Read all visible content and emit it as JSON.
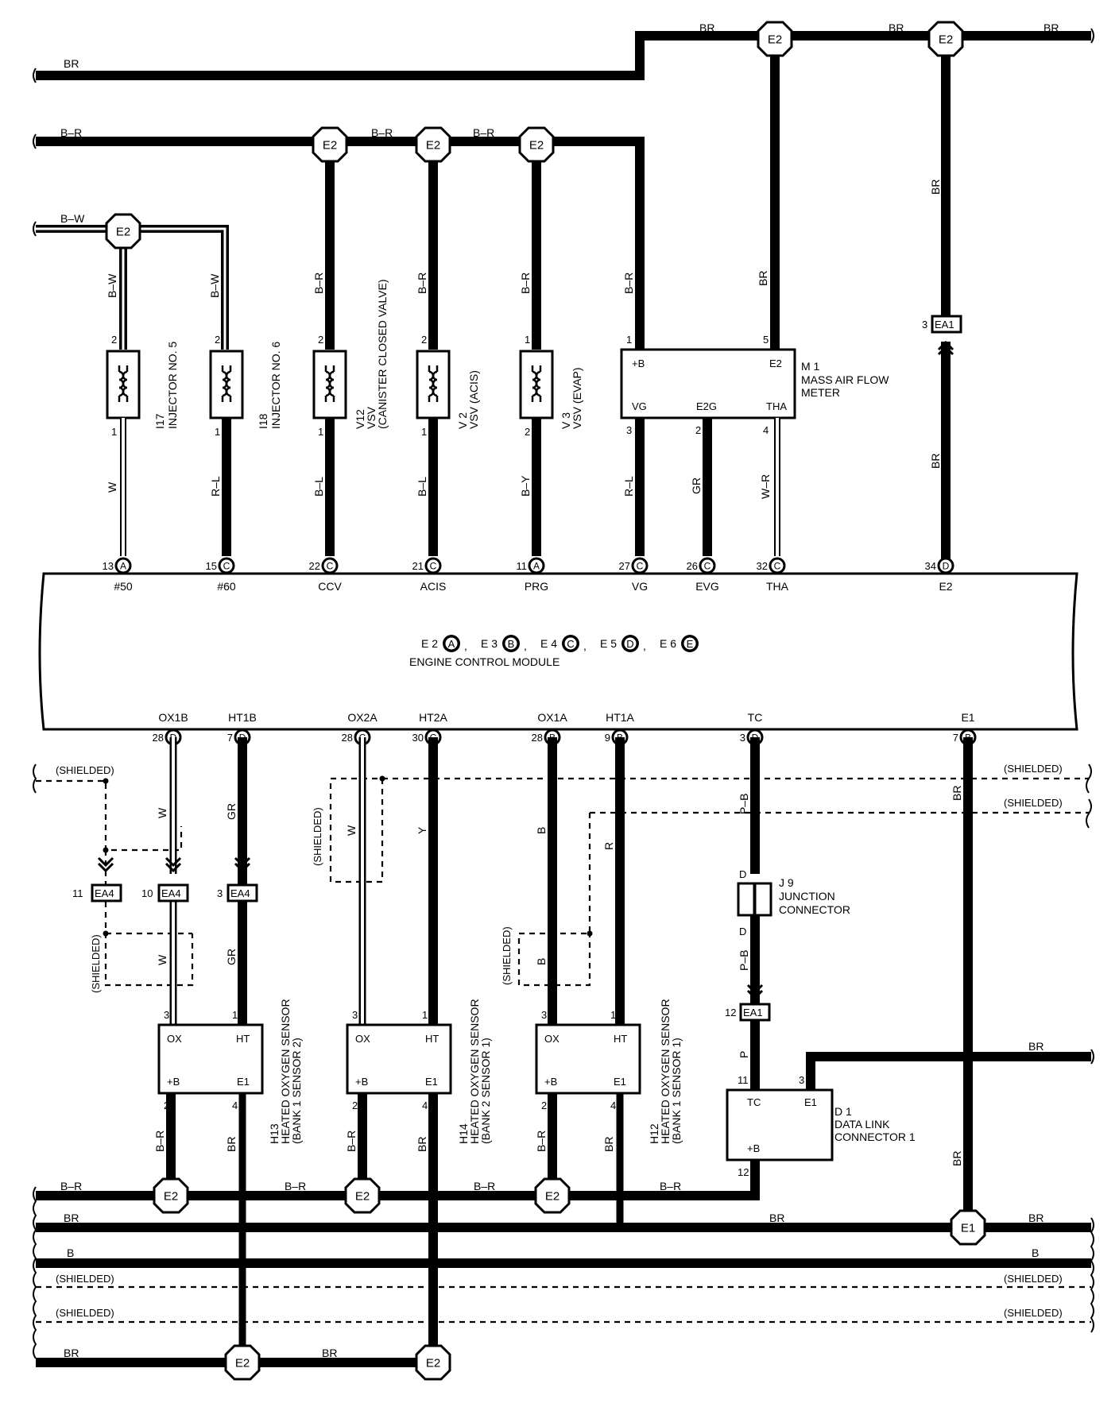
{
  "harness": {
    "br": "BR",
    "b": "B",
    "br_dash": "B–R",
    "bw": "B–W",
    "w": "W",
    "rl": "R–L",
    "bl": "B–L",
    "by": "B–Y",
    "gr": "GR",
    "wr": "W–R",
    "y": "Y",
    "r": "R",
    "pb": "P–B",
    "p": "P",
    "shielded": "(SHIELDED)",
    "wire_colors": [
      "BR",
      "B–R",
      "B–W",
      "W",
      "R–L",
      "B–L",
      "B–Y",
      "GR",
      "W–R",
      "Y",
      "R",
      "B",
      "P–B",
      "P"
    ]
  },
  "grounds": {
    "e2": "E2",
    "e1": "E1"
  },
  "connectors": {
    "ea1": "EA1",
    "ea4": "EA4",
    "d": "D",
    "a": "A",
    "b": "B",
    "c": "C"
  },
  "ecm": {
    "title": "ENGINE CONTROL MODULE",
    "connector_legend": [
      {
        "name": "E 2",
        "letter": "A"
      },
      {
        "name": "E 3",
        "letter": "B"
      },
      {
        "name": "E 4",
        "letter": "C"
      },
      {
        "name": "E 5",
        "letter": "D"
      },
      {
        "name": "E 6",
        "letter": "E"
      }
    ],
    "top_terminals": [
      {
        "pin": "13",
        "letter": "A",
        "label": "#50"
      },
      {
        "pin": "15",
        "letter": "C",
        "label": "#60"
      },
      {
        "pin": "22",
        "letter": "C",
        "label": "CCV"
      },
      {
        "pin": "21",
        "letter": "C",
        "label": "ACIS"
      },
      {
        "pin": "11",
        "letter": "A",
        "label": "PRG"
      },
      {
        "pin": "27",
        "letter": "C",
        "label": "VG"
      },
      {
        "pin": "26",
        "letter": "C",
        "label": "EVG"
      },
      {
        "pin": "32",
        "letter": "C",
        "label": "THA"
      },
      {
        "pin": "34",
        "letter": "D",
        "label": "E2"
      }
    ],
    "bottom_terminals": [
      {
        "pin": "28",
        "letter": "D",
        "label": "OX1B"
      },
      {
        "pin": "7",
        "letter": "D",
        "label": "HT1B"
      },
      {
        "pin": "28",
        "letter": "C",
        "label": "OX2A"
      },
      {
        "pin": "30",
        "letter": "C",
        "label": "HT2A"
      },
      {
        "pin": "28",
        "letter": "B",
        "label": "OX1A"
      },
      {
        "pin": "9",
        "letter": "B",
        "label": "HT1A"
      },
      {
        "pin": "3",
        "letter": "D",
        "label": "TC"
      },
      {
        "pin": "7",
        "letter": "B",
        "label": "E1"
      }
    ]
  },
  "components": {
    "i17": {
      "id": "I17",
      "name": "INJECTOR NO. 5",
      "pin_top": "2",
      "pin_bottom": "1"
    },
    "i18": {
      "id": "I18",
      "name": "INJECTOR NO. 6",
      "pin_top": "2",
      "pin_bottom": "1"
    },
    "v12": {
      "id": "V12",
      "name": "VSV",
      "sub": "(CANISTER CLOSED VALVE)",
      "pin_top": "2",
      "pin_bottom": "1"
    },
    "v2": {
      "id": "V 2",
      "name": "VSV (ACIS)",
      "pin_top": "2",
      "pin_bottom": "1"
    },
    "v3": {
      "id": "V 3",
      "name": "VSV (EVAP)",
      "pin_top": "1",
      "pin_bottom": "2"
    },
    "m1": {
      "id": "M 1",
      "line1": "MASS AIR FLOW",
      "line2": "METER",
      "pin_b": "+B",
      "pin_e2": "E2",
      "pin_vg": "VG",
      "pin_e2g": "E2G",
      "pin_tha": "THA",
      "n1": "1",
      "n5": "5",
      "n3": "3",
      "n2": "2",
      "n4": "4"
    },
    "h13": {
      "id": "H13",
      "name": "HEATED OXYGEN SENSOR",
      "sub": "(BANK 1 SENSOR 2)"
    },
    "h14": {
      "id": "H14",
      "name": "HEATED OXYGEN SENSOR",
      "sub": "(BANK 2 SENSOR 1)"
    },
    "h12": {
      "id": "H12",
      "name": "HEATED OXYGEN SENSOR",
      "sub": "(BANK 1 SENSOR 1)"
    },
    "sensor_pins": {
      "ox": "OX",
      "ht": "HT",
      "b": "+B",
      "e1": "E1",
      "n3": "3",
      "n1": "1",
      "n2": "2",
      "n4": "4"
    },
    "j9": {
      "id": "J 9",
      "line1": "JUNCTION",
      "line2": "CONNECTOR",
      "pin": "D"
    },
    "d1": {
      "id": "D 1",
      "line1": "DATA LINK",
      "line2": "CONNECTOR 1",
      "tc": "TC",
      "e1": "E1",
      "b": "+B",
      "n11": "11",
      "n3": "3",
      "n12": "12"
    }
  },
  "pins": {
    "n3": "3",
    "n10": "10",
    "n11": "11",
    "n12": "12"
  }
}
